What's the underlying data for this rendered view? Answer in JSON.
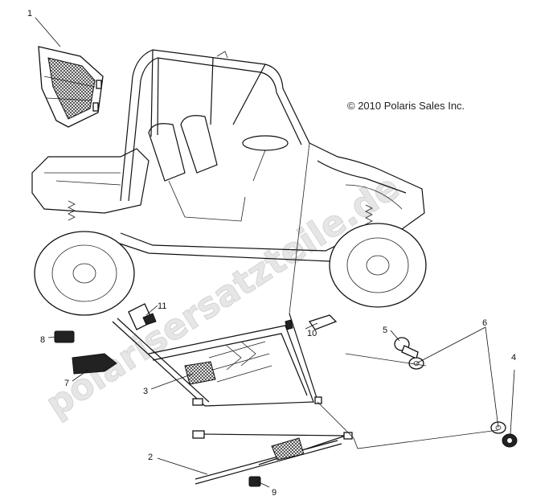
{
  "copyright": "© 2010 Polaris Sales Inc.",
  "watermark": "polarisersatzteile.de",
  "callouts": {
    "c1": "1",
    "c2": "2",
    "c3": "3",
    "c4": "4",
    "c5": "5",
    "c6": "6",
    "c7": "7",
    "c8": "8",
    "c9": "9",
    "c10": "10",
    "c11": "11"
  }
}
